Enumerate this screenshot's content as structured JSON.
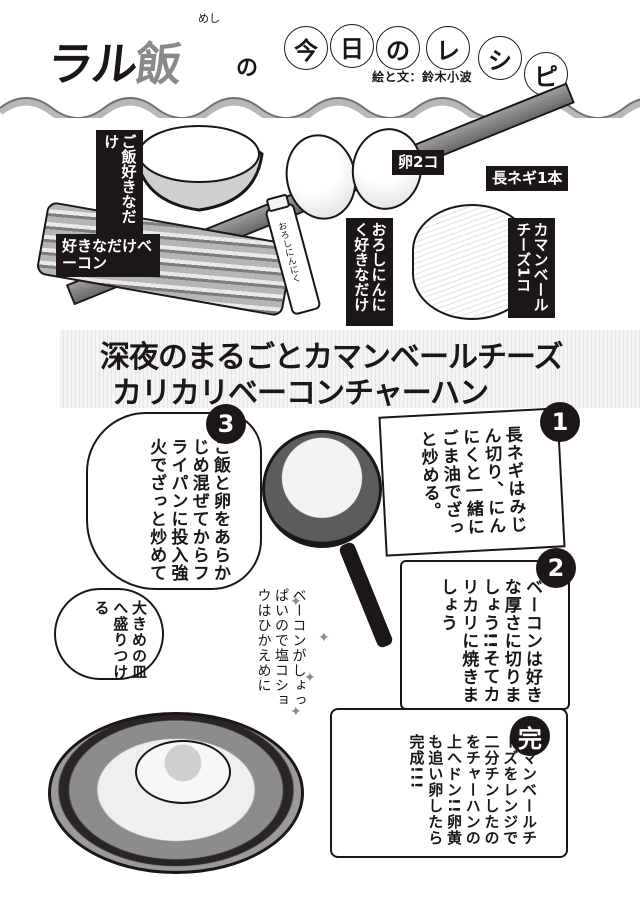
{
  "header": {
    "brand_part1": "ラル",
    "brand_part2": "飯",
    "brand_ruby": "めし",
    "particle": "の",
    "series_title_chars": [
      "今",
      "日",
      "の",
      "レ",
      "シ",
      "ピ"
    ],
    "credit": "絵と文：鈴木小波"
  },
  "ingredients": [
    {
      "label": "ご飯好きなだけ",
      "item": "rice-bowl"
    },
    {
      "label": "好きなだけベーコン",
      "item": "bacon"
    },
    {
      "label": "おろしにんにく好きなだけ",
      "item": "garlic-tube"
    },
    {
      "label": "卵2コ",
      "item": "eggs"
    },
    {
      "label": "長ネギ1本",
      "item": "leek"
    },
    {
      "label": "カマンベールチーズ1コ",
      "item": "camembert"
    }
  ],
  "tube_label": "おろしにんにく",
  "dish_title": {
    "line1": "深夜のまるごとカマンベールチーズ",
    "line2": "カリカリベーコンチャーハン"
  },
  "steps": [
    {
      "number": "1",
      "text": "長ネギはみじん切り、にんにくと一緒にごま油でざっと炒める。"
    },
    {
      "number": "2",
      "text": "ベーコンは好きな厚さに切りましょう!!そてカリカリに焼きましょう"
    },
    {
      "number": "3",
      "text": "ご飯と卵をあらかじめ混ぜてからフライパンに投入強火でざっと炒めて"
    },
    {
      "number": "完",
      "text": "カマンベールチーズをレンジで二分チンしたのをチャーハンの上へドン!!卵黄も追い卵したら完成!!!"
    }
  ],
  "tips": {
    "plate": "大きめの皿へ盛りつける",
    "seasoning": "ベーコンがしょっぱいので塩コショウはひかえめに"
  }
}
